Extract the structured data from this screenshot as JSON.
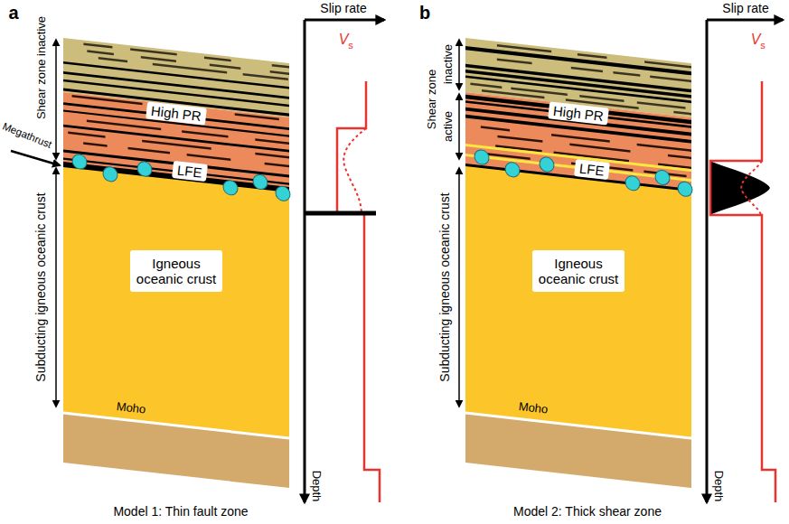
{
  "diagram": {
    "nodes": [
      {
        "text": [
          "High PR"
        ]
      },
      {
        "text": [
          "LFE"
        ]
      },
      {
        "text": [
          "Igneous oceanic crust"
        ]
      },
      {
        "text": [
          "High PR"
        ]
      },
      {
        "text": [
          "LFE"
        ]
      },
      {
        "text": [
          "Igneous oceanic crust"
        ]
      }
    ],
    "labels": [
      "a",
      "Shear zone inactive",
      "Megathrust",
      "Subducting igneous oceanic crust",
      "Moho",
      "Slip rate",
      "V",
      "s",
      "Depth",
      "Model 1: Thin fault zone",
      "b",
      "Shear zone",
      "inactive",
      "active",
      "Subducting igneous oceanic crust",
      "Moho",
      "Slip rate",
      "V",
      "s",
      "Depth",
      "Model 2: Thick shear zone"
    ]
  }
}
